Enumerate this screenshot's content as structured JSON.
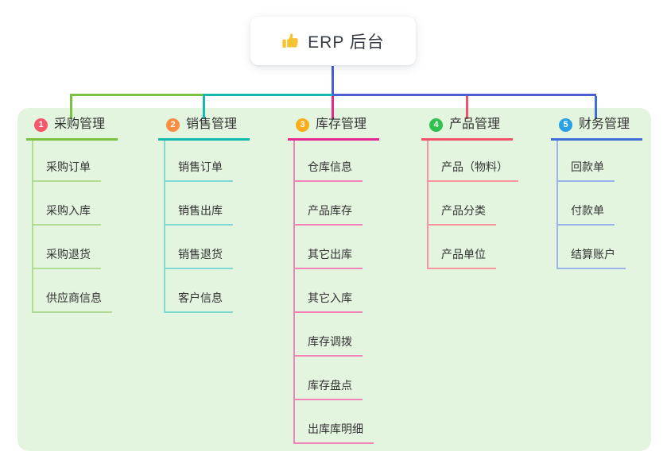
{
  "root": {
    "label": "ERP 后台",
    "icon": "thumbs-up-icon",
    "icon_color": "#f6c334"
  },
  "connectors": {
    "root_color": "#4a5fd2"
  },
  "panel_color": "#e4f5df",
  "branches": [
    {
      "index": "1",
      "label": "采购管理",
      "colors": {
        "badge": "#f7566a",
        "strong": "#7cc242",
        "light": "#b2dc94"
      },
      "children": [
        "采购订单",
        "采购入库",
        "采购退货",
        "供应商信息"
      ]
    },
    {
      "index": "2",
      "label": "销售管理",
      "colors": {
        "badge": "#fb8d41",
        "strong": "#14b8b1",
        "light": "#82d9d3"
      },
      "children": [
        "销售订单",
        "销售出库",
        "销售退货",
        "客户信息"
      ]
    },
    {
      "index": "3",
      "label": "库存管理",
      "colors": {
        "badge": "#fbac1b",
        "strong": "#e42a92",
        "light": "#f483b9"
      },
      "children": [
        "仓库信息",
        "产品库存",
        "其它出库",
        "其它入库",
        "库存调拨",
        "库存盘点",
        "出库库明细"
      ]
    },
    {
      "index": "4",
      "label": "产品管理",
      "colors": {
        "badge": "#2fc14d",
        "strong": "#f4516c",
        "light": "#f895a0"
      },
      "children": [
        "产品（物料）",
        "产品分类",
        "产品单位"
      ]
    },
    {
      "index": "5",
      "label": "财务管理",
      "colors": {
        "badge": "#29a0e5",
        "strong": "#3d6fd4",
        "light": "#9ab4ea"
      },
      "children": [
        "回款单",
        "付款单",
        "结算账户"
      ]
    }
  ]
}
